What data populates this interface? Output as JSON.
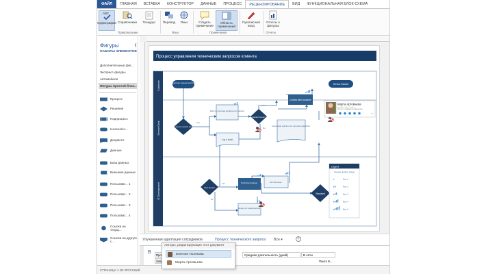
{
  "ribbon_tabs": [
    {
      "label": "ФАЙЛ",
      "kind": "file"
    },
    {
      "label": "ГЛАВНАЯ",
      "kind": ""
    },
    {
      "label": "ВСТАВКА",
      "kind": ""
    },
    {
      "label": "КОНСТРУКТОР",
      "kind": ""
    },
    {
      "label": "ДАННЫЕ",
      "kind": ""
    },
    {
      "label": "ПРОЦЕСС",
      "kind": ""
    },
    {
      "label": "РЕЦЕНЗИРОВАНИЕ",
      "kind": "active"
    },
    {
      "label": "ВИД",
      "kind": ""
    },
    {
      "label": "ФУНКЦИОНАЛЬНАЯ БЛОК-СХЕМА",
      "kind": ""
    }
  ],
  "ribbon": {
    "spelling": "Орфография",
    "references": "Справочники",
    "thesaurus": "Тезаурус",
    "translate": "Перевод",
    "language": "Язык",
    "new_comment": "Создать примечание",
    "comments_pane": "Область примечаний",
    "ink": "Рукописный ввод",
    "reports": "Отчеты о фигурах",
    "group_proofing": "Правописание",
    "group_language": "Язык",
    "group_comments": "Примечания",
    "group_reports": "Отчеты",
    "abc": "ABC"
  },
  "shapes_pane": {
    "title": "Фигуры",
    "subtitle": "НАБОРЫ ЭЛЕМЕНТОВ",
    "stencils": [
      {
        "label": "Дополнительные фиг...",
        "selected": false
      },
      {
        "label": "Экспресс-фигуры",
        "selected": false
      },
      {
        "label": "Автомобили",
        "selected": false
      },
      {
        "label": "Фигуры простой блок...",
        "selected": true
      }
    ],
    "shapes": [
      "Процесс",
      "Решение",
      "Подпроцесс",
      "Начало/ко...",
      "Документ",
      "Данные",
      "База данных",
      "Внешние данные",
      "Пользоват... 1",
      "Пользоват... 2",
      "Пользоват... 3",
      "Пользоват... 4",
      "Ссылка на текущ...",
      "Ссылка на другую с..."
    ]
  },
  "diagram": {
    "title": "Процесс управления техническим запросом клиента",
    "lanes": [
      "Customer",
      "Service Desk",
      "IT Development"
    ],
    "nodes": {
      "customer_request": "Customer request services",
      "service_finished": "Service finished",
      "confirm_with_customer": "Confirm with customer",
      "refer_guidelines": "Refer to corporate guidelines for solution",
      "solution_found": "Solution found?",
      "customer_service_issue": "Customer service issue",
      "log_ticket": "Log a ticket",
      "incorporate_solution": "Incorporate solution into corporate guidelines",
      "technical_analysis": "Technical analysis",
      "fix_issue": "Fix the issue",
      "new_issue": "New issue?",
      "merge_tickets": "Merge into existing tickets",
      "resolved": "Resolved"
    },
    "edge_labels": {
      "yes": "Yes",
      "no": "No"
    },
    "legend": {
      "title": "Legend",
      "subtitle": "Average duration (Days)",
      "items": [
        "Max 1",
        "Max 2",
        "Max 3",
        "Max 4",
        "Max 5"
      ]
    },
    "contact_card": {
      "name": "Марта Артемьева",
      "status": "Available - Video Capable",
      "role": "PRODUCT MANAGER, MARKETING"
    }
  },
  "page_tabs": {
    "tab1": "Улучшенная адаптация сотрудников",
    "tab2": "Процесс технического запроса",
    "all": "Все",
    "add": "+"
  },
  "data_pane": {
    "col1": "Проце",
    "col2": "Запрос",
    "header_duration": "Средняя длительность (дней)",
    "header_where": "В сети",
    "value_status": "Поиск И..."
  },
  "popup": {
    "header": "Авторы, редактирующие этот документ",
    "authors": [
      {
        "name": "Евгения Полякова",
        "highlight": true
      },
      {
        "name": "Марта Артемьева",
        "highlight": false
      }
    ]
  },
  "status": {
    "page": "СТРАНИЦА 1 ИЗ 2",
    "lang": "РУССКИЙ"
  },
  "colors": {
    "accent": "#2b5797",
    "navy": "#1f3e66",
    "node": "#2e5f8f",
    "banner": "#173c68",
    "lane_border": "#8aa2bd",
    "light_box": "#eef3f8",
    "arrow": "#3a6ea5"
  }
}
